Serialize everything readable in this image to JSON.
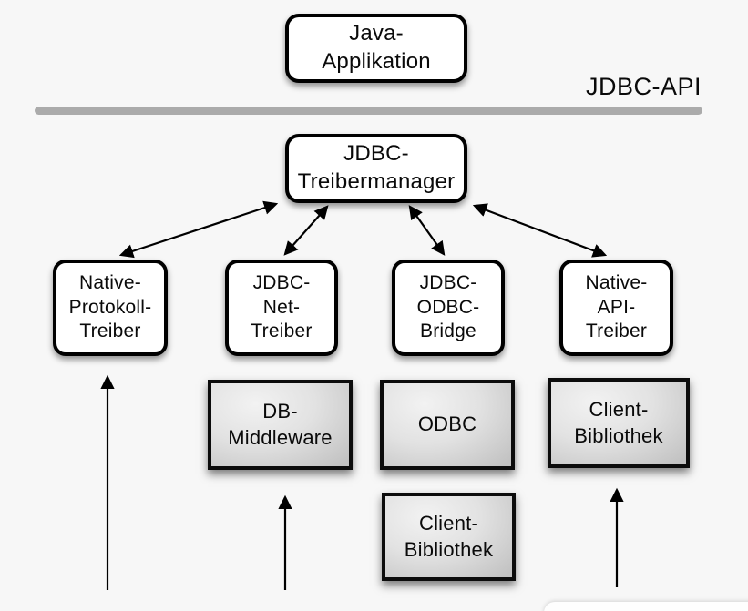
{
  "background": "#f7f7f7",
  "colors": {
    "box_border": "#000000",
    "box_fill": "#ffffff",
    "gray_box_light": "#f2f2f2",
    "gray_box_dark": "#c2c2c2",
    "separator_bar": "#ababab",
    "arrow": "#000000",
    "text": "#0a0a0a"
  },
  "labels": {
    "api": "JDBC-API"
  },
  "nodes": {
    "java_application": {
      "label": "Java-\nApplikation"
    },
    "jdbc_treibermanager": {
      "label": "JDBC-\nTreibermanager"
    },
    "native_protokoll_treiber": {
      "label": "Native-\nProtokoll-\nTreiber"
    },
    "jdbc_net_treiber": {
      "label": "JDBC-\nNet-\nTreiber"
    },
    "jdbc_odbc_bridge": {
      "label": "JDBC-\nODBC-\nBridge"
    },
    "native_api_treiber": {
      "label": "Native-\nAPI-\nTreiber"
    },
    "db_middleware": {
      "label": "DB-\nMiddleware"
    },
    "odbc": {
      "label": "ODBC"
    },
    "client_bibliothek_unten": {
      "label": "Client-\nBibliothek"
    },
    "client_bibliothek_rechts": {
      "label": "Client-\nBibliothek"
    }
  },
  "edges": [
    {
      "from": "jdbc_treibermanager",
      "to": "native_protokoll_treiber",
      "bidirectional": true
    },
    {
      "from": "jdbc_treibermanager",
      "to": "jdbc_net_treiber",
      "bidirectional": true
    },
    {
      "from": "jdbc_treibermanager",
      "to": "jdbc_odbc_bridge",
      "bidirectional": true
    },
    {
      "from": "jdbc_treibermanager",
      "to": "native_api_treiber",
      "bidirectional": true
    },
    {
      "from": "unten",
      "to": "native_protokoll_treiber",
      "bidirectional": false
    },
    {
      "from": "unten",
      "to": "db_middleware",
      "bidirectional": false
    },
    {
      "from": "unten",
      "to": "client_bibliothek_rechts",
      "bidirectional": false
    }
  ]
}
